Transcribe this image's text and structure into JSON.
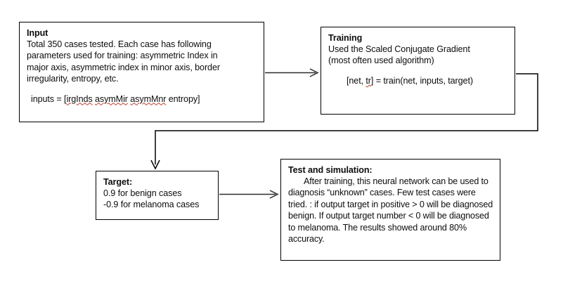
{
  "diagram": {
    "type": "flowchart",
    "title_visible": false,
    "background_color": "#ffffff",
    "line_color": "#000000",
    "text_color": "#0d0d0d",
    "spellcheck_underline_color": "#c0392b"
  },
  "nodes": {
    "input": {
      "title": "Input",
      "body_lines": [
        "Total 350  cases tested.  Each case has following",
        "parameters used for training: asymmetric  Index in",
        "major axis, asymmetric index in minor axis, border",
        "irregularity, entropy, etc."
      ],
      "code_prefix": "inputs = [",
      "code_tokens": [
        "irgInds",
        "asymMir",
        "asymMnr"
      ],
      "code_suffix": " entropy]"
    },
    "training": {
      "title": "Training",
      "body_lines": [
        "Used the Scaled  Conjugate Gradient",
        "(most  often used algorithm)"
      ],
      "code_prefix": "[net, ",
      "code_token": "tr",
      "code_suffix": "] = train(net, inputs, target)"
    },
    "target": {
      "title": "Target:",
      "body_lines": [
        "0.9 for benign cases",
        "-0.9 for melanoma  cases"
      ]
    },
    "test": {
      "title": "Test and simulation:",
      "paragraph": "After training,  this neural network can be used to diagnosis “unknown” cases. Few test cases were tried. : if output target in positive > 0 will be diagnosed benign. If output target number <  0 will be diagnosed to melanoma.  The results showed around 80%  accuracy."
    }
  },
  "connectors": [
    {
      "name": "input-to-training",
      "from": "input",
      "to": "training",
      "shape": "horizontal-arrow",
      "arrowhead": true
    },
    {
      "name": "training-to-target",
      "from": "training",
      "to": "target",
      "shape": "right-down-left-down-arrow",
      "arrowhead": true
    },
    {
      "name": "target-to-test",
      "from": "target",
      "to": "test",
      "shape": "horizontal-arrow",
      "arrowhead": true
    }
  ]
}
